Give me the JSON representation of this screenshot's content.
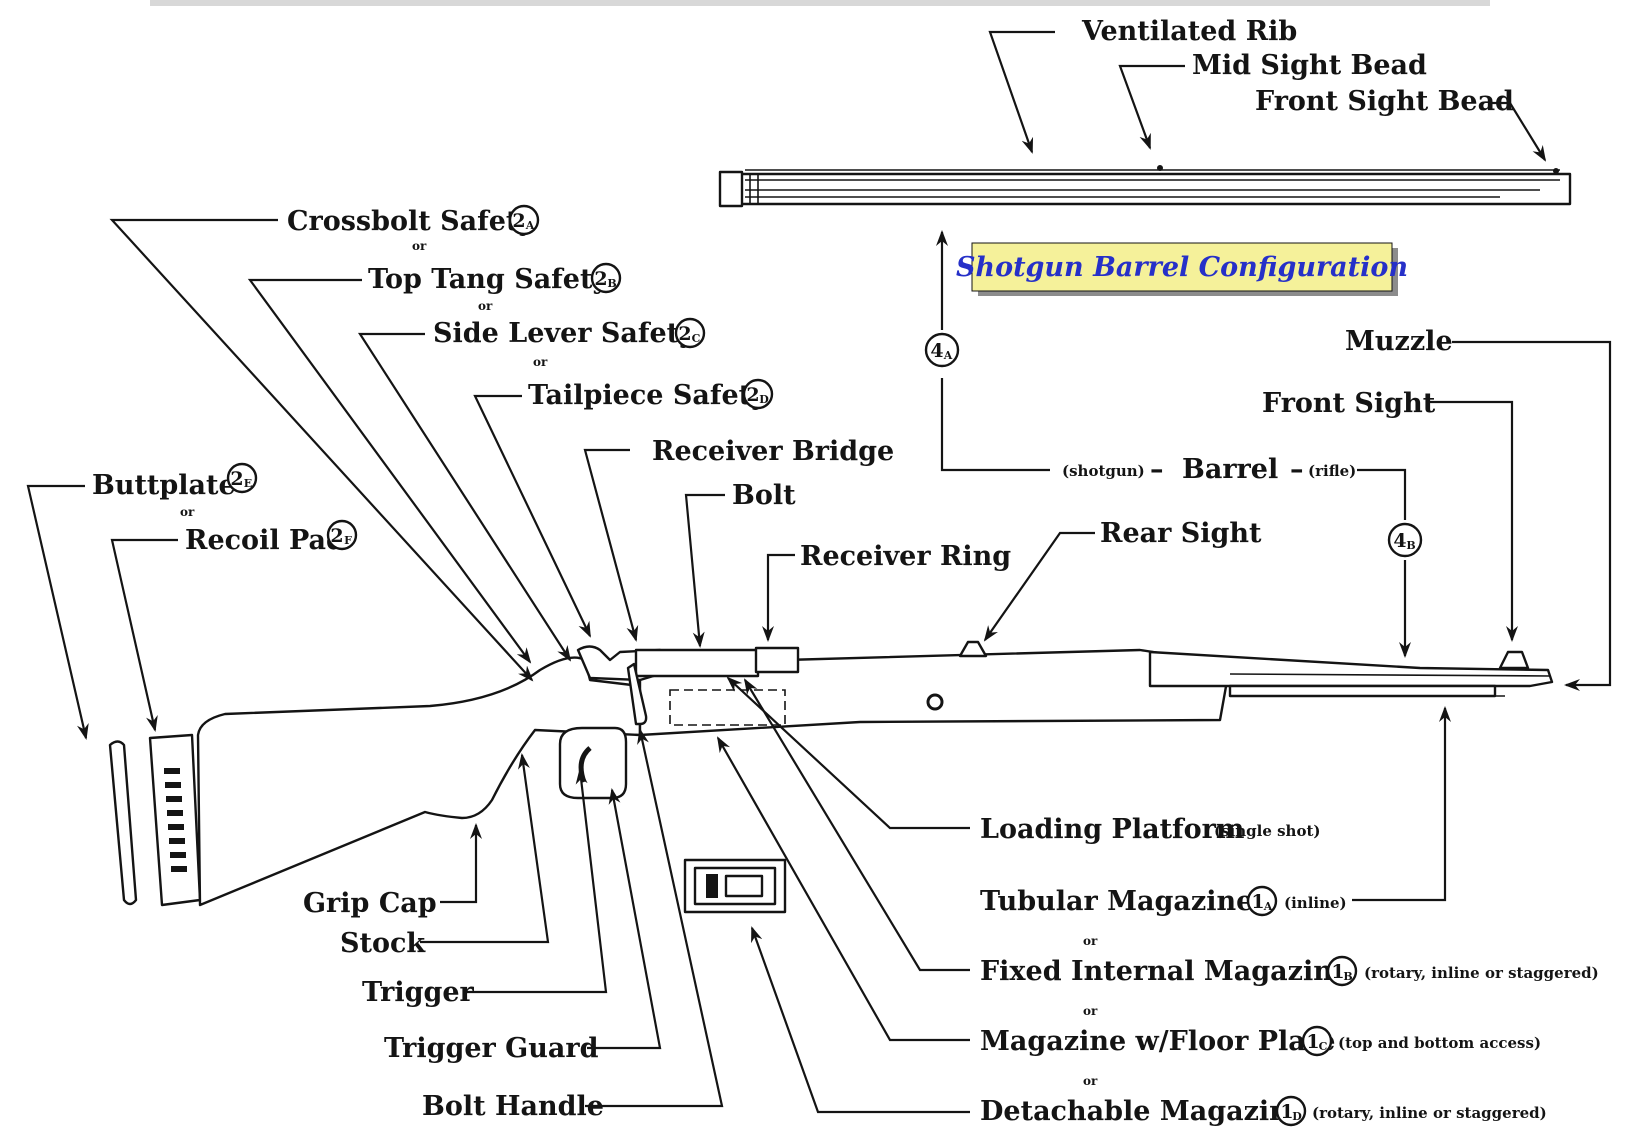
{
  "labels": {
    "ventilated_rib": "Ventilated Rib",
    "mid_sight_bead": "Mid Sight Bead",
    "front_sight_bead": "Front Sight Bead",
    "crossbolt_safety": "Crossbolt Safety",
    "top_tang_safety": "Top Tang Safety",
    "side_lever_safety": "Side Lever Safety",
    "tailpiece_safety": "Tailpiece Safety",
    "buttplate": "Buttplate",
    "recoil_pad": "Recoil Pad",
    "receiver_bridge": "Receiver Bridge",
    "bolt": "Bolt",
    "receiver_ring": "Receiver Ring",
    "rear_sight": "Rear Sight",
    "muzzle": "Muzzle",
    "front_sight": "Front Sight",
    "barrel": "Barrel",
    "barrel_shotgun": "(shotgun)",
    "barrel_rifle": "(rifle)",
    "loading_platform": "Loading Platform",
    "loading_platform_note": "(single shot)",
    "tubular_magazine": "Tubular Magazine",
    "tubular_magazine_note": "(inline)",
    "fixed_internal_magazine": "Fixed Internal Magazine",
    "fixed_internal_magazine_note": "(rotary, inline or staggered)",
    "magazine_floor_plate": "Magazine w/Floor Plate",
    "magazine_floor_plate_note": "(top and bottom access)",
    "detachable_magazine": "Detachable Magazine",
    "detachable_magazine_note": "(rotary, inline or staggered)",
    "grip_cap": "Grip Cap",
    "stock": "Stock",
    "trigger": "Trigger",
    "trigger_guard": "Trigger Guard",
    "bolt_handle": "Bolt Handle",
    "or": "or",
    "shotgun_title": "Shotgun Barrel Configuration"
  },
  "badges": {
    "crossbolt": {
      "num": "2",
      "sub": "A"
    },
    "top_tang": {
      "num": "2",
      "sub": "B"
    },
    "side_lever": {
      "num": "2",
      "sub": "C"
    },
    "tailpiece": {
      "num": "2",
      "sub": "D"
    },
    "buttplate": {
      "num": "2",
      "sub": "E"
    },
    "recoil_pad": {
      "num": "2",
      "sub": "F"
    },
    "barrel_shotgun": {
      "num": "4",
      "sub": "A"
    },
    "barrel_rifle": {
      "num": "4",
      "sub": "B"
    },
    "tubular": {
      "num": "1",
      "sub": "A"
    },
    "fixed_internal": {
      "num": "1",
      "sub": "B"
    },
    "floor_plate": {
      "num": "1",
      "sub": "C"
    },
    "detachable": {
      "num": "1",
      "sub": "D"
    }
  },
  "colors": {
    "ink": "#141414",
    "title_box_fill": "#f5f19a",
    "title_text": "#2630c8",
    "title_box_shadow": "#8c8c8c"
  }
}
